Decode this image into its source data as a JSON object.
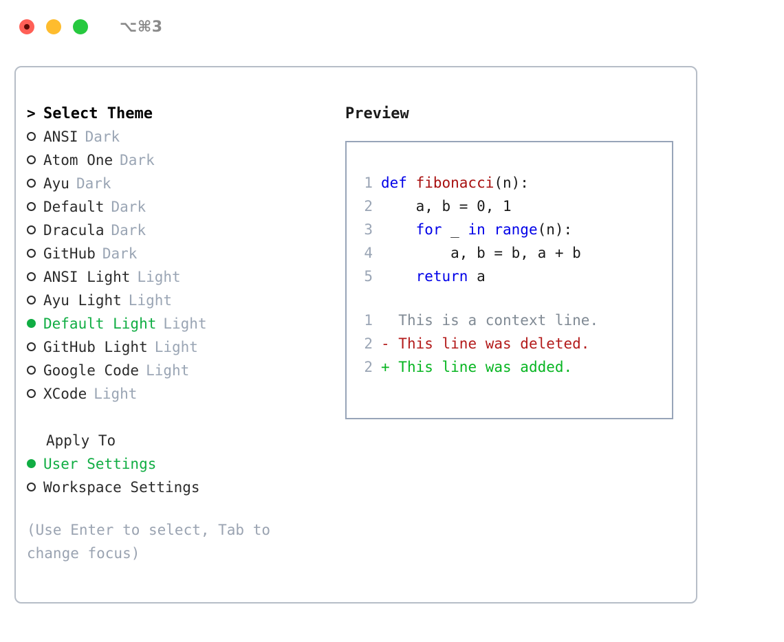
{
  "titlebar": {
    "shortcut": "⌥⌘3",
    "buttons": [
      "close",
      "minimize",
      "zoom"
    ]
  },
  "left": {
    "heading": "Select Theme",
    "heading_marker": ">",
    "themes": [
      {
        "name": "ANSI",
        "variant": "Dark",
        "selected": false
      },
      {
        "name": "Atom One",
        "variant": "Dark",
        "selected": false
      },
      {
        "name": "Ayu",
        "variant": "Dark",
        "selected": false
      },
      {
        "name": "Default",
        "variant": "Dark",
        "selected": false
      },
      {
        "name": "Dracula",
        "variant": "Dark",
        "selected": false
      },
      {
        "name": "GitHub",
        "variant": "Dark",
        "selected": false
      },
      {
        "name": "ANSI Light",
        "variant": "Light",
        "selected": false
      },
      {
        "name": "Ayu Light",
        "variant": "Light",
        "selected": false
      },
      {
        "name": "Default Light",
        "variant": "Light",
        "selected": true
      },
      {
        "name": "GitHub Light",
        "variant": "Light",
        "selected": false
      },
      {
        "name": "Google Code",
        "variant": "Light",
        "selected": false
      },
      {
        "name": "XCode",
        "variant": "Light",
        "selected": false
      }
    ],
    "apply_to_label": "Apply To",
    "apply_to_options": [
      {
        "name": "User Settings",
        "selected": true
      },
      {
        "name": "Workspace Settings",
        "selected": false
      }
    ],
    "hint": "(Use Enter to select, Tab to change focus)"
  },
  "right": {
    "preview_title": "Preview",
    "code_lines": [
      {
        "no": "1",
        "tokens": [
          {
            "t": "def ",
            "c": "kw"
          },
          {
            "t": "fibonacci",
            "c": "fn"
          },
          {
            "t": "(n):",
            "c": "code-text"
          }
        ]
      },
      {
        "no": "2",
        "tokens": [
          {
            "t": "    a, b = 0, 1",
            "c": "code-text"
          }
        ]
      },
      {
        "no": "3",
        "tokens": [
          {
            "t": "    ",
            "c": "code-text"
          },
          {
            "t": "for",
            "c": "kw"
          },
          {
            "t": " _ ",
            "c": "code-text"
          },
          {
            "t": "in range",
            "c": "kw"
          },
          {
            "t": "(n):",
            "c": "code-text"
          }
        ]
      },
      {
        "no": "4",
        "tokens": [
          {
            "t": "        a, b = b, a + b",
            "c": "code-text"
          }
        ]
      },
      {
        "no": "5",
        "tokens": [
          {
            "t": "    ",
            "c": "code-text"
          },
          {
            "t": "return",
            "c": "kw"
          },
          {
            "t": " a",
            "c": "code-text"
          }
        ]
      }
    ],
    "diff_lines": [
      {
        "no": "1",
        "sign": " ",
        "text": "This is a context line.",
        "kind": "ctx"
      },
      {
        "no": "2",
        "sign": "-",
        "text": "This line was deleted.",
        "kind": "del"
      },
      {
        "no": "2",
        "sign": "+",
        "text": "This line was added.",
        "kind": "add"
      }
    ]
  },
  "colors": {
    "accent_green": "#10ad43",
    "keyword_blue": "#0000e8",
    "function_red": "#a81010",
    "diff_add": "#07b521",
    "diff_del": "#b31b1b",
    "muted": "#9aa5b4",
    "border": "#b6bdc7",
    "preview_border": "#97a4b8",
    "traffic_red": "#ff5f56",
    "traffic_yellow": "#febc2e",
    "traffic_green": "#27c93f"
  }
}
